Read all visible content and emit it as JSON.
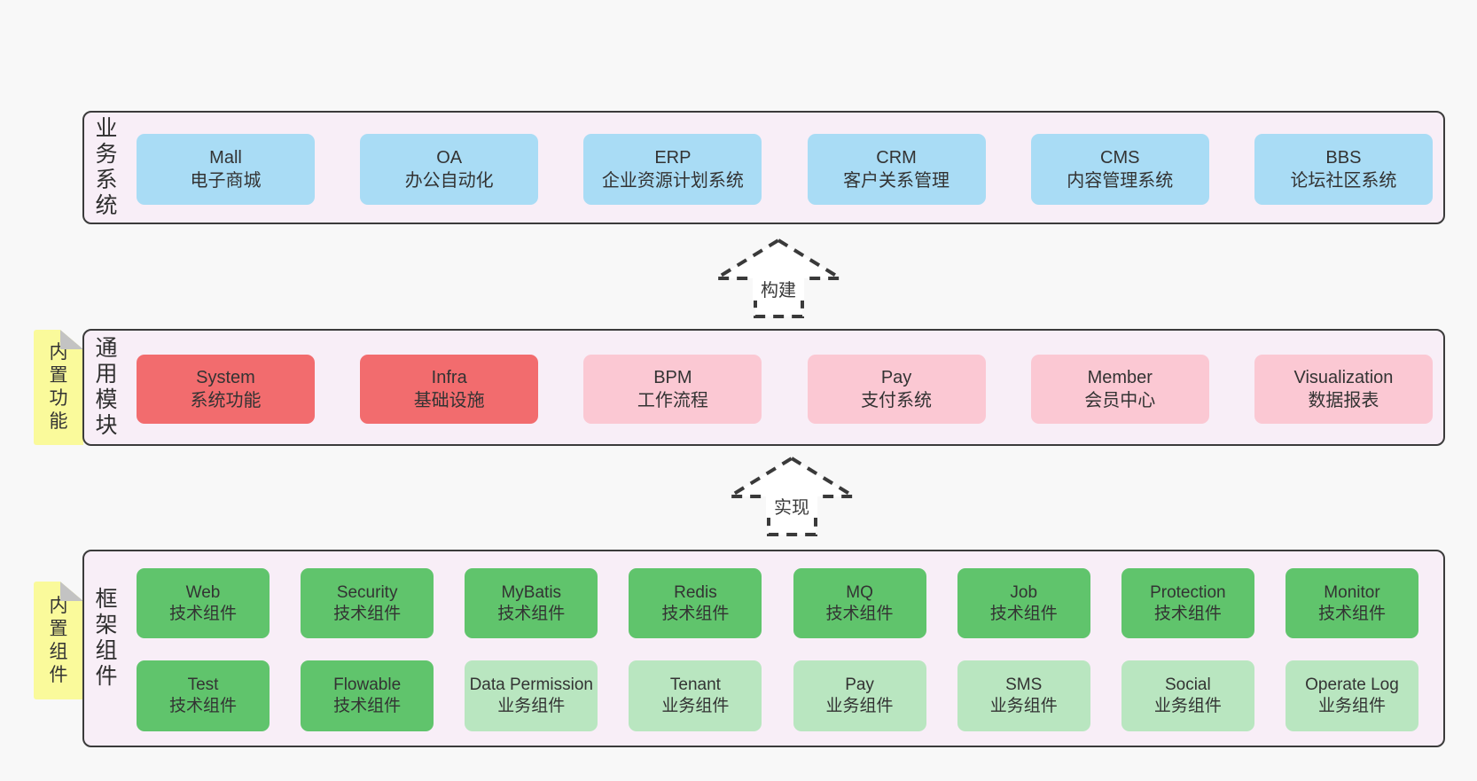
{
  "colors": {
    "page_bg": "#f8f8f8",
    "panel_bg": "#f8eef7",
    "panel_border": "#3b3b3b",
    "business_box": "#a9dcf5",
    "core_module_box": "#f26c6e",
    "optional_module_box": "#fbc8d3",
    "tech_component_box": "#60c46c",
    "biz_component_box": "#b9e6c0",
    "sticky_note": "#fafa9b"
  },
  "business": {
    "side_label": "业务系统",
    "boxes": [
      {
        "name": "Mall",
        "desc": "电子商城"
      },
      {
        "name": "OA",
        "desc": "办公自动化"
      },
      {
        "name": "ERP",
        "desc": "企业资源计划系统"
      },
      {
        "name": "CRM",
        "desc": "客户关系管理"
      },
      {
        "name": "CMS",
        "desc": "内容管理系统"
      },
      {
        "name": "BBS",
        "desc": "论坛社区系统"
      }
    ]
  },
  "build_arrow": {
    "label": "构建"
  },
  "modules": {
    "side_label": "通用模块",
    "sticky_label": "内置功能",
    "boxes": [
      {
        "name": "System",
        "desc": "系统功能"
      },
      {
        "name": "Infra",
        "desc": "基础设施"
      },
      {
        "name": "BPM",
        "desc": "工作流程"
      },
      {
        "name": "Pay",
        "desc": "支付系统"
      },
      {
        "name": "Member",
        "desc": "会员中心"
      },
      {
        "name": "Visualization",
        "desc": "数据报表"
      }
    ]
  },
  "implement_arrow": {
    "label": "实现"
  },
  "framework": {
    "side_label": "框架组件",
    "sticky_label": "内置组件",
    "row1": [
      {
        "name": "Web",
        "desc": "技术组件"
      },
      {
        "name": "Security",
        "desc": "技术组件"
      },
      {
        "name": "MyBatis",
        "desc": "技术组件"
      },
      {
        "name": "Redis",
        "desc": "技术组件"
      },
      {
        "name": "MQ",
        "desc": "技术组件"
      },
      {
        "name": "Job",
        "desc": "技术组件"
      },
      {
        "name": "Protection",
        "desc": "技术组件"
      },
      {
        "name": "Monitor",
        "desc": "技术组件"
      }
    ],
    "row2": [
      {
        "name": "Test",
        "desc": "技术组件"
      },
      {
        "name": "Flowable",
        "desc": "技术组件"
      },
      {
        "name": "Data Permission",
        "desc": "业务组件"
      },
      {
        "name": "Tenant",
        "desc": "业务组件"
      },
      {
        "name": "Pay",
        "desc": "业务组件"
      },
      {
        "name": "SMS",
        "desc": "业务组件"
      },
      {
        "name": "Social",
        "desc": "业务组件"
      },
      {
        "name": "Operate Log",
        "desc": "业务组件"
      }
    ]
  }
}
